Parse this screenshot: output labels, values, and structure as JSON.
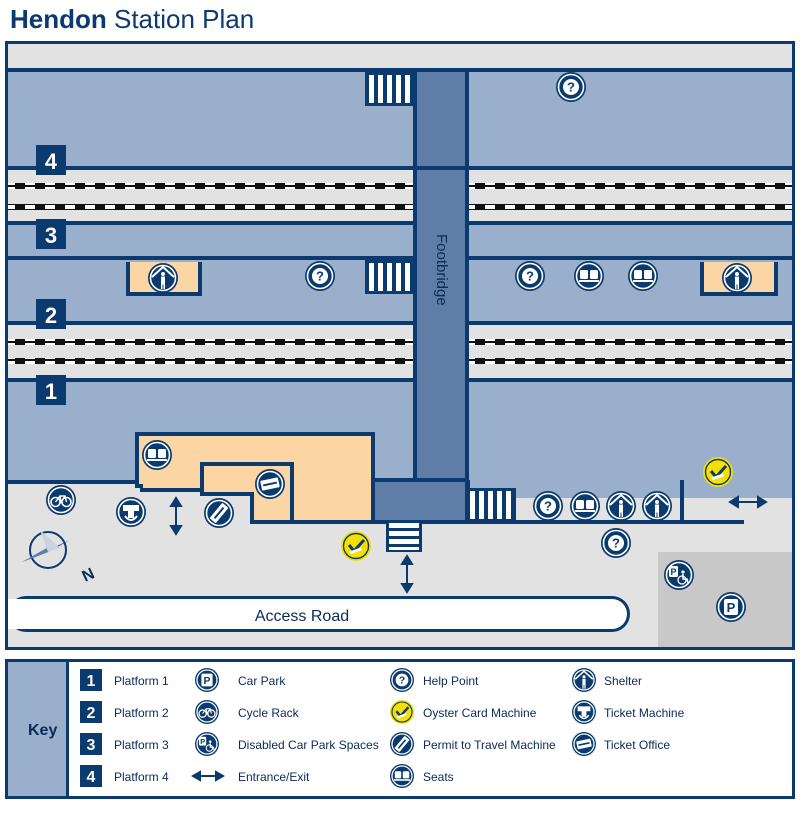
{
  "title": {
    "bold": "Hendon",
    "rest": " Station Plan"
  },
  "map": {
    "footbridge_label": "Footbridge",
    "access_road_label": "Access Road",
    "platforms": [
      "1",
      "2",
      "3",
      "4"
    ],
    "north_label": "N"
  },
  "key": {
    "heading": "Key",
    "items": [
      {
        "symbol": "1",
        "label": "Platform 1"
      },
      {
        "symbol": "2",
        "label": "Platform 2"
      },
      {
        "symbol": "3",
        "label": "Platform 3"
      },
      {
        "symbol": "4",
        "label": "Platform 4"
      },
      {
        "symbol": "car-park-icon",
        "label": "Car Park"
      },
      {
        "symbol": "cycle-rack-icon",
        "label": "Cycle Rack"
      },
      {
        "symbol": "disabled-parking-icon",
        "label": "Disabled Car Park Spaces"
      },
      {
        "symbol": "entrance-exit-icon",
        "label": "Entrance/Exit"
      },
      {
        "symbol": "help-point-icon",
        "label": "Help Point"
      },
      {
        "symbol": "oyster-machine-icon",
        "label": "Oyster Card Machine"
      },
      {
        "symbol": "permit-machine-icon",
        "label": "Permit to Travel Machine"
      },
      {
        "symbol": "seats-icon",
        "label": "Seats"
      },
      {
        "symbol": "shelter-icon",
        "label": "Shelter"
      },
      {
        "symbol": "ticket-machine-icon",
        "label": "Ticket Machine"
      },
      {
        "symbol": "ticket-office-icon",
        "label": "Ticket Office"
      }
    ]
  },
  "colors": {
    "navy": "#0b3a6e",
    "platform": "#9aafcc",
    "footbridge": "#5e7ea8",
    "ground": "#e2e2e2",
    "building": "#fbd6a4",
    "oyster": "#f5e000"
  }
}
